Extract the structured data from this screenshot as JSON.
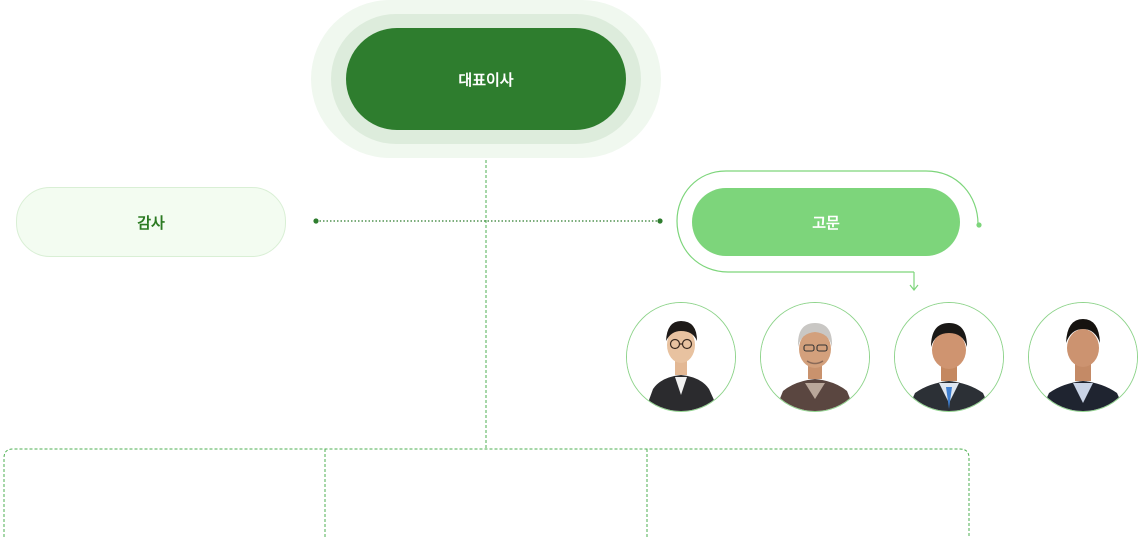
{
  "ceo": {
    "label": "대표이사"
  },
  "audit": {
    "label": "감사"
  },
  "advisor": {
    "label": "고문"
  },
  "advisors": [
    {
      "name": "advisor-photo-1"
    },
    {
      "name": "advisor-photo-2"
    },
    {
      "name": "advisor-photo-3"
    },
    {
      "name": "advisor-photo-4"
    }
  ],
  "colors": {
    "ceo_fill": "#2e7d2e",
    "advisor_fill": "#7dd57b",
    "audit_fill": "#f3fcf1",
    "line": "#4caf50",
    "halo": "#f0f8ef"
  }
}
